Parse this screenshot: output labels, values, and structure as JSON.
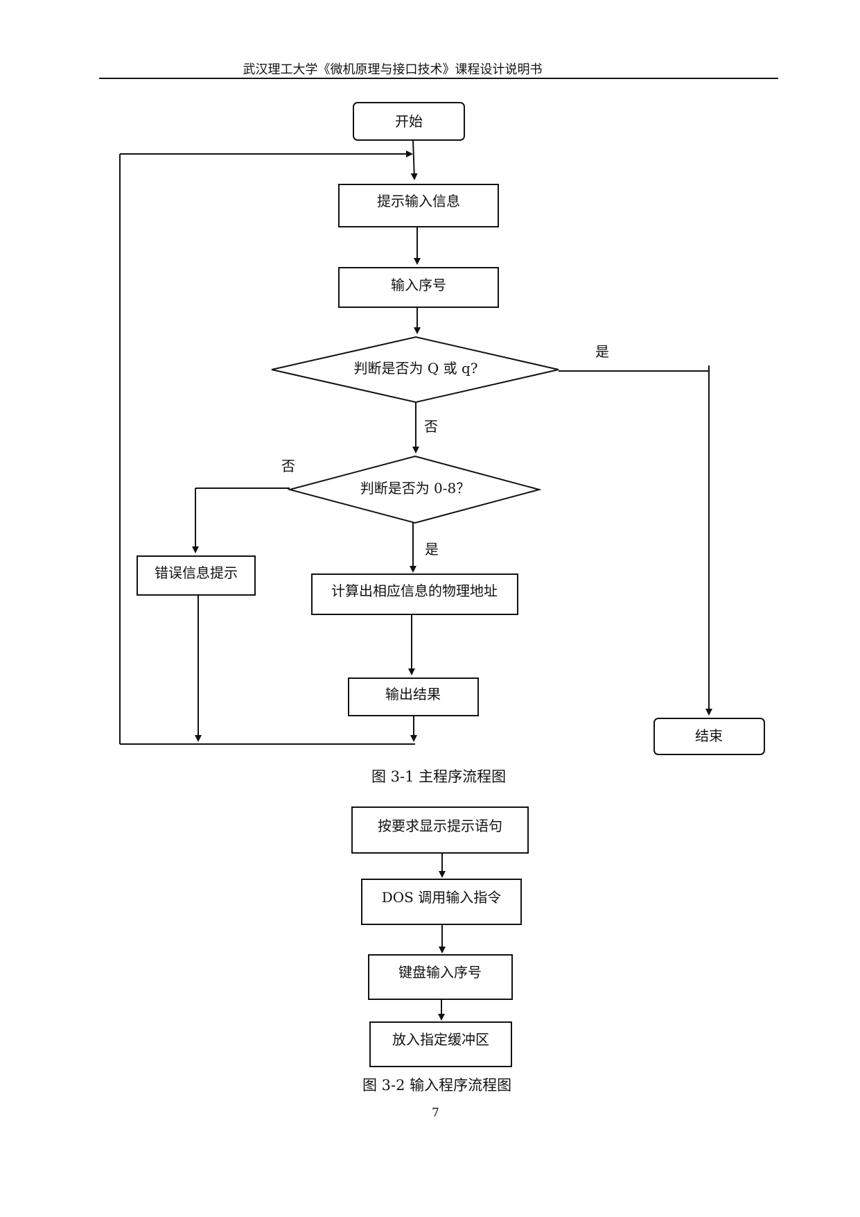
{
  "header": "武汉理工大学《微机原理与接口技术》课程设计说明书",
  "figure1": {
    "nodes": {
      "start": "开始",
      "prompt": "提示输入信息",
      "input_number": "输入序号",
      "check_q": "判断是否为 Q 或 q?",
      "check_range": "判断是否为 0-8？",
      "error": "错误信息提示",
      "compute": "计算出相应信息的物理地址",
      "output": "输出结果",
      "end": "结束"
    },
    "labels": {
      "q_yes": "是",
      "q_no": "否",
      "range_no": "否",
      "range_yes": "是"
    },
    "caption": "图 3-1 主程序流程图"
  },
  "figure2": {
    "nodes": {
      "step1": "按要求显示提示语句",
      "step2": "DOS 调用输入指令",
      "step3": "键盘输入序号",
      "step4": "放入指定缓冲区"
    },
    "caption": "图 3-2 输入程序流程图"
  },
  "page_number": "7"
}
